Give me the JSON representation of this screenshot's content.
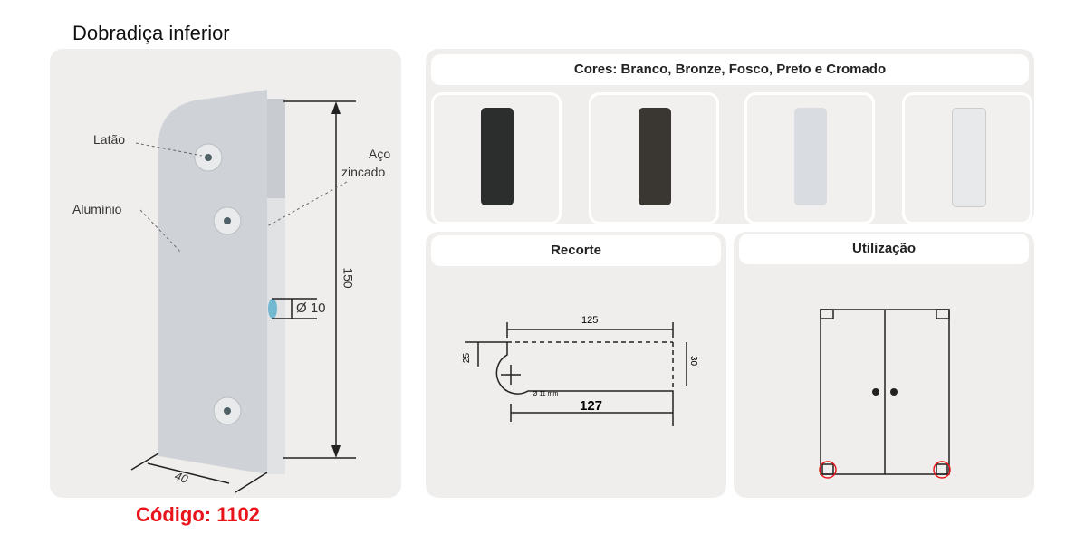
{
  "title": "Dobradiça inferior",
  "code_label": "Código: 1102",
  "product": {
    "labels": {
      "brass": "Latão",
      "aluminium": "Alumínio",
      "steel_line1": "Aço",
      "steel_line2": "zincado"
    },
    "dimensions": {
      "height": "150",
      "pin": "Ø 10",
      "width": "40"
    }
  },
  "colors_panel": {
    "header": "Cores: Branco, Bronze, Fosco, Preto e Cromado",
    "swatches": [
      {
        "name": "Preto",
        "color": "#2b2e2d"
      },
      {
        "name": "Bronze",
        "color": "#3a3632"
      },
      {
        "name": "Branco",
        "color": "#d9dde2"
      },
      {
        "name": "Cromado",
        "color": "#e8e9ea"
      }
    ]
  },
  "cutout_panel": {
    "header": "Recorte",
    "dims": {
      "top": "125",
      "bottom": "127",
      "left": "25",
      "right": "30",
      "radius": "Ø 11 mm"
    }
  },
  "usage_panel": {
    "header": "Utilização"
  },
  "accent_color": "#e8141b"
}
